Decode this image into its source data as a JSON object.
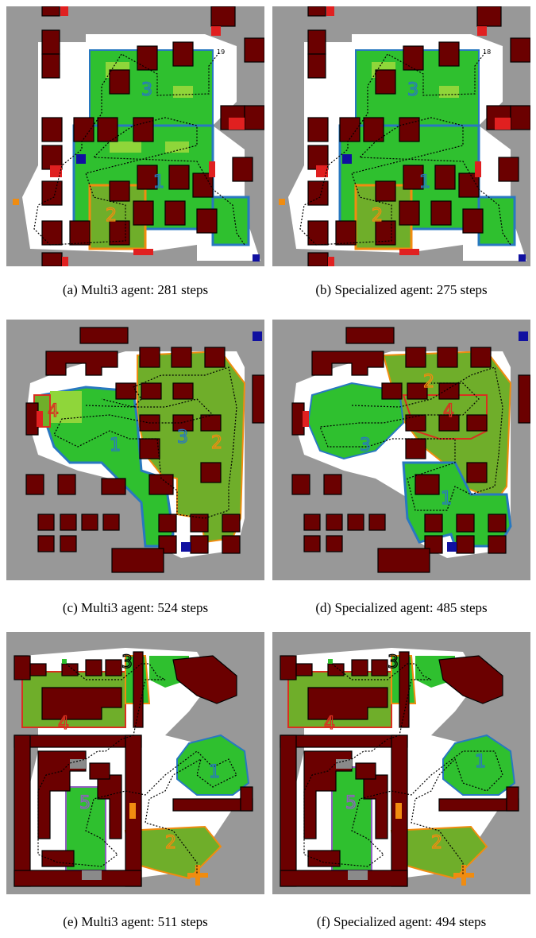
{
  "figure": {
    "panels": [
      {
        "id": "a",
        "caption": "(a) Multi3 agent: 281 steps",
        "agent": "Multi3",
        "steps": 281,
        "region_labels": [
          "3",
          "1",
          "2"
        ],
        "start_marker": "19"
      },
      {
        "id": "b",
        "caption": "(b) Specialized agent: 275 steps",
        "agent": "Specialized",
        "steps": 275,
        "region_labels": [
          "3",
          "1",
          "2"
        ],
        "start_marker": "18"
      },
      {
        "id": "c",
        "caption": "(c) Multi3 agent: 524 steps",
        "agent": "Multi3",
        "steps": 524,
        "region_labels": [
          "4",
          "1",
          "3",
          "2"
        ]
      },
      {
        "id": "d",
        "caption": "(d) Specialized agent: 485 steps",
        "agent": "Specialized",
        "steps": 485,
        "region_labels": [
          "2",
          "4",
          "3",
          "1"
        ]
      },
      {
        "id": "e",
        "caption": "(e) Multi3 agent: 511 steps",
        "agent": "Multi3",
        "steps": 511,
        "region_labels": [
          "3",
          "4",
          "1",
          "5",
          "2"
        ]
      },
      {
        "id": "f",
        "caption": "(f) Specialized agent: 494 steps",
        "agent": "Specialized",
        "steps": 494,
        "region_labels": [
          "3",
          "4",
          "1",
          "5",
          "2"
        ]
      }
    ]
  },
  "colors": {
    "background": "#989898",
    "explored": "#ffffff",
    "obstacle": "#6b0000",
    "obstacle_highlight": "#e02020",
    "region_green": "#2fc02f",
    "region_light": "#8fd63a",
    "region_olive": "#6fae2a",
    "border_blue": "#2878c0",
    "border_orange": "#f08c10",
    "border_red": "#d83020",
    "border_purple": "#9060c0",
    "target_blue": "#1010a0",
    "path": "#000000"
  }
}
